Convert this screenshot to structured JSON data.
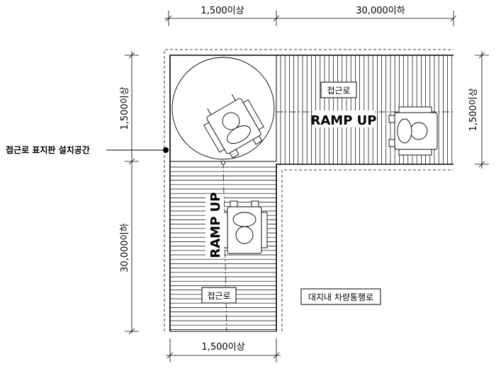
{
  "dimensions": {
    "top_left": "1,500이상",
    "top_right": "30,000이하",
    "left_top": "1,500이상",
    "left_bottom": "30,000이하",
    "right": "1,500이상",
    "bottom": "1,500이상"
  },
  "labels": {
    "sign_space": "접근로 표지판 설치공간",
    "approach_top": "접근로",
    "approach_bottom": "접근로",
    "ramp_horizontal": "RAMP UP",
    "ramp_vertical": "RAMP UP",
    "vehicle_path": "대지내 차량통행로"
  }
}
